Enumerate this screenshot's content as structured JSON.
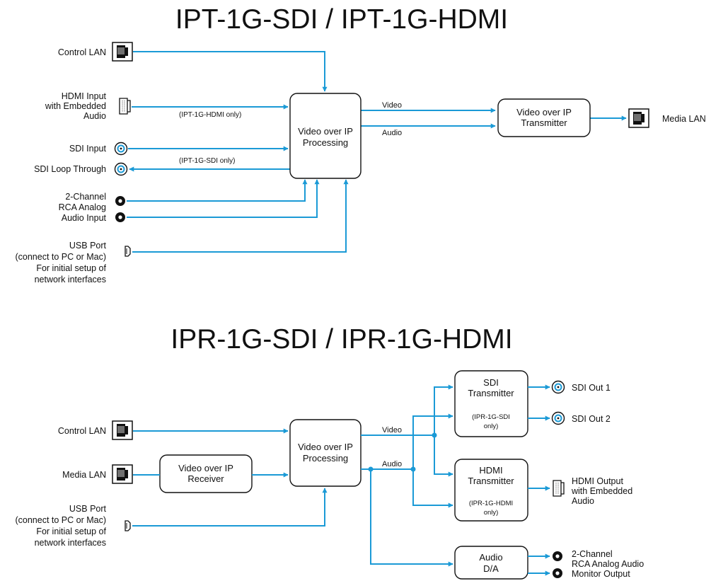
{
  "colors": {
    "line": "#1b9ad6",
    "box_stroke": "#111111",
    "text": "#111111"
  },
  "transmitter": {
    "title": "IPT-1G-SDI / IPT-1G-HDMI",
    "inputs": {
      "control_lan": "Control LAN",
      "hdmi_input": [
        "HDMI Input",
        "with Embedded",
        "Audio"
      ],
      "sdi_input": "SDI Input",
      "sdi_loop": "SDI Loop Through",
      "analog_audio": [
        "2-Channel",
        "RCA Analog",
        "Audio Input"
      ],
      "usb": [
        "USB Port",
        "(connect to PC or Mac)",
        "For initial setup of",
        "network interfaces"
      ]
    },
    "notes": {
      "hdmi_only": "(IPT-1G-HDMI only)",
      "sdi_only": "(IPT-1G-SDI only)"
    },
    "processing_box": [
      "Video over IP",
      "Processing"
    ],
    "signal_labels": {
      "video": "Video",
      "audio": "Audio"
    },
    "transmitter_box": [
      "Video over IP",
      "Transmitter"
    ],
    "output": "Media LAN"
  },
  "receiver": {
    "title": "IPR-1G-SDI / IPR-1G-HDMI",
    "inputs": {
      "control_lan": "Control LAN",
      "media_lan": "Media LAN",
      "usb": [
        "USB Port",
        "(connect to PC or Mac)",
        "For initial setup of",
        "network interfaces"
      ]
    },
    "receiver_box": [
      "Video over IP",
      "Receiver"
    ],
    "processing_box": [
      "Video over IP",
      "Processing"
    ],
    "signal_labels": {
      "video": "Video",
      "audio": "Audio"
    },
    "sdi_box": {
      "lines": [
        "SDI",
        "Transmitter"
      ],
      "note": [
        "(IPR-1G-SDI",
        "only)"
      ]
    },
    "hdmi_box": {
      "lines": [
        "HDMI",
        "Transmitter"
      ],
      "note": [
        "(IPR-1G-HDMI",
        "only)"
      ]
    },
    "audio_box": [
      "Audio",
      "D/A"
    ],
    "outputs": {
      "sdi_out_1": "SDI Out 1",
      "sdi_out_2": "SDI Out 2",
      "hdmi_output": [
        "HDMI Output",
        "with Embedded",
        "Audio"
      ],
      "audio_monitor": [
        "2-Channel",
        "RCA Analog Audio",
        "Monitor Output"
      ]
    }
  }
}
